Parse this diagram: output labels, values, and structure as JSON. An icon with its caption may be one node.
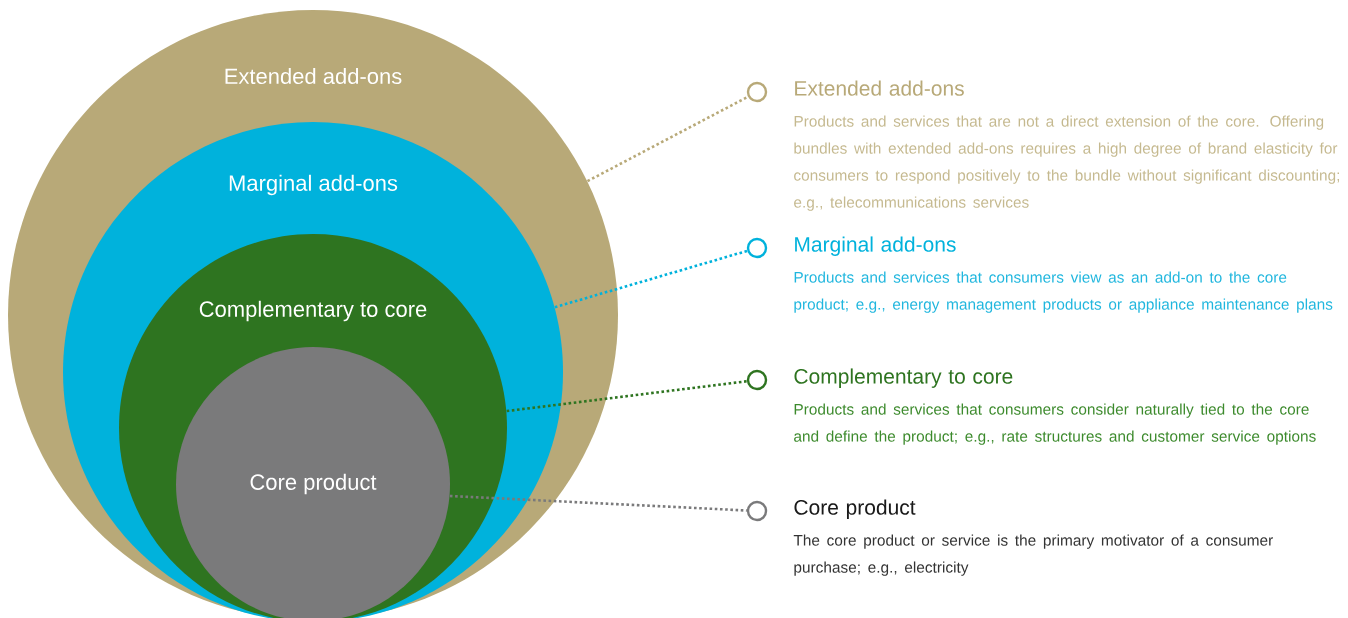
{
  "diagram": {
    "nodes": [
      {
        "text": [
          "Extended add-ons"
        ]
      },
      {
        "text": [
          "Marginal add-ons"
        ],
        "in": 0
      },
      {
        "text": [
          "Complementary to core"
        ],
        "in": 1
      },
      {
        "text": [
          "Core product"
        ],
        "in": 2
      },
      {
        "text": [],
        "shape": "circle"
      },
      {
        "text": [
          "Extended add-ons",
          "Products and services that are not a direct extension of the core. Offering bundles with extended add-ons requires a high degree of brand elasticity for consumers to respond positively to the bundle without significant discounting; e.g., telecommunications services"
        ]
      },
      {
        "text": [],
        "shape": "circle"
      },
      {
        "text": [
          "Marginal add-ons",
          "Products and services that consumers view as an add-on to the core product; e.g., energy management products or appliance maintenance plans"
        ]
      },
      {
        "text": [],
        "shape": "circle"
      },
      {
        "text": [
          "Complementary to core",
          "Products and services that consumers consider naturally tied to the core and define the product; e.g., rate structures and customer service options"
        ]
      },
      {
        "text": [],
        "shape": "circle"
      },
      {
        "text": [
          "Core product",
          "The core product or service is the primary motivator of a consumer purchase; e.g., electricity"
        ]
      }
    ],
    "edges": [
      {
        "from": 0,
        "to": 4,
        "arrow": "none",
        "style": "dashed",
        "color": "#b8a978"
      },
      {
        "from": 1,
        "to": 6,
        "arrow": "none",
        "style": "dashed",
        "color": "#00b2dc"
      },
      {
        "from": 2,
        "to": 8,
        "arrow": "none",
        "style": "dashed",
        "color": "#2e7420"
      },
      {
        "from": 3,
        "to": 10,
        "arrow": "none",
        "style": "dashed",
        "color": "#7a7a7b"
      }
    ]
  }
}
